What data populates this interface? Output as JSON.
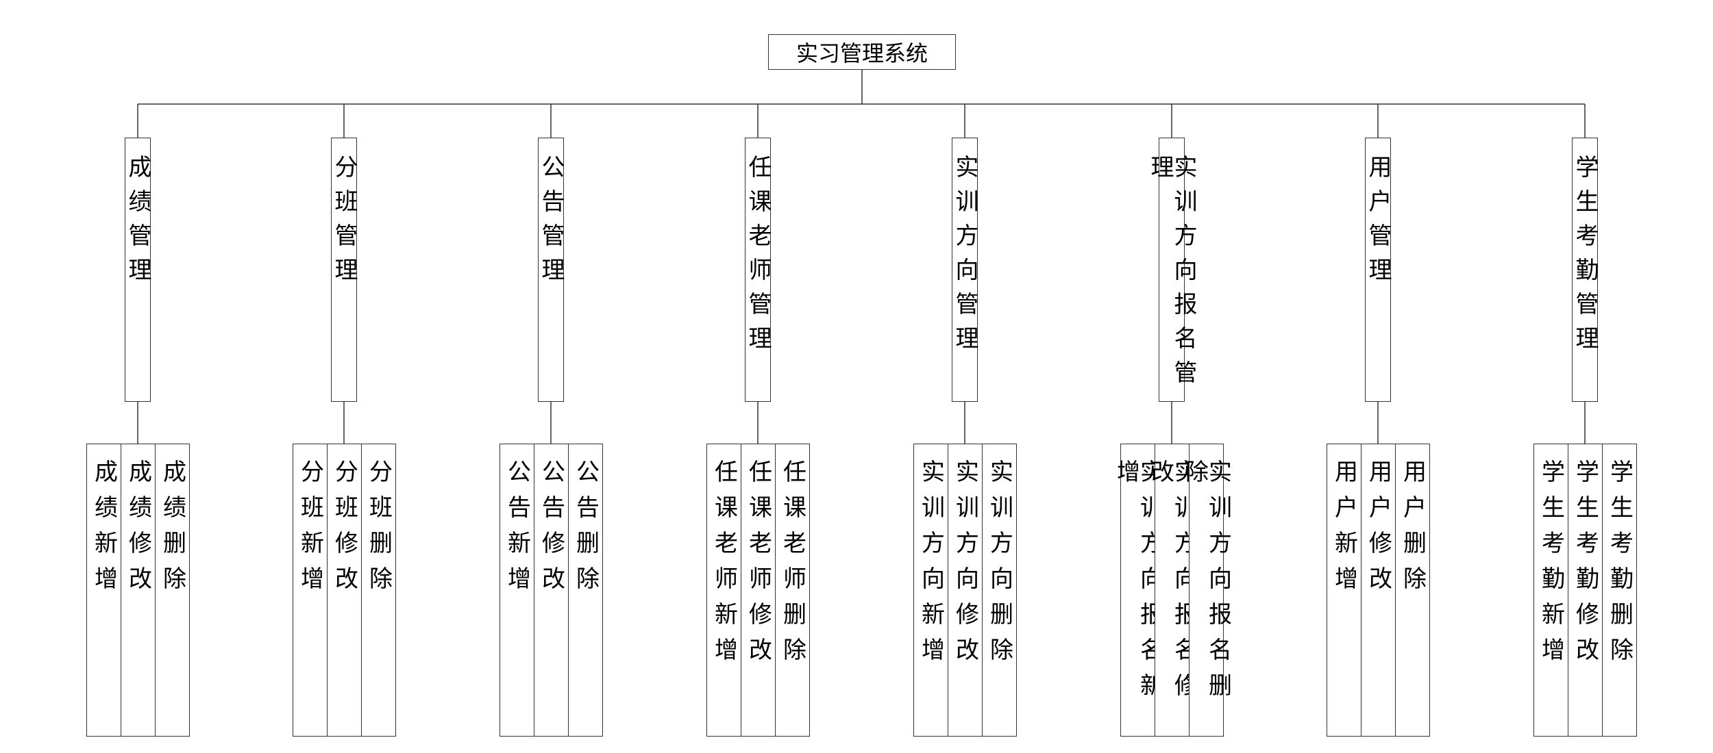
{
  "root": {
    "label": "实习管理系统"
  },
  "modules": [
    {
      "label": "成绩管理",
      "children": [
        "成绩新增",
        "成绩修改",
        "成绩删除"
      ]
    },
    {
      "label": "分班管理",
      "children": [
        "分班新增",
        "分班修改",
        "分班删除"
      ]
    },
    {
      "label": "公告管理",
      "children": [
        "公告新增",
        "公告修改",
        "公告删除"
      ]
    },
    {
      "label": "任课老师管理",
      "children": [
        "任课老师新增",
        "任课老师修改",
        "任课老师删除"
      ]
    },
    {
      "label": "实训方向管理",
      "children": [
        "实训方向新增",
        "实训方向修改",
        "实训方向删除"
      ]
    },
    {
      "label": "实训方向报名管理",
      "children": [
        "实训方向报名新增",
        "实训方向报名修改",
        "实训方向报名删除"
      ]
    },
    {
      "label": "用户管理",
      "children": [
        "用户新增",
        "用户修改",
        "用户删除"
      ]
    },
    {
      "label": "学生考勤管理",
      "children": [
        "学生考勤新增",
        "学生考勤修改",
        "学生考勤删除"
      ]
    }
  ]
}
